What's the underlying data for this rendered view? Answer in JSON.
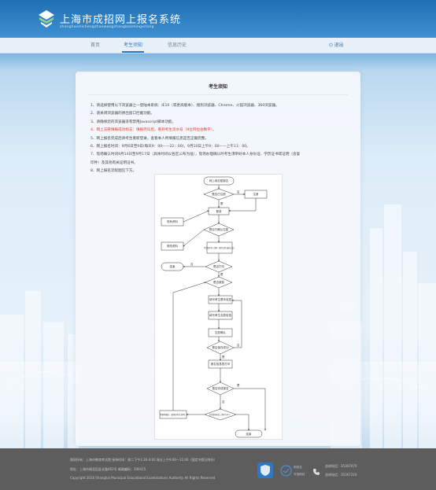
{
  "header": {
    "title": "上海市成招网上报名系统",
    "subtitle": "shanghaishichengzhaowangshangbaomingxitong"
  },
  "nav": {
    "items": [
      "首页",
      "考生须知",
      "信息历史"
    ],
    "active_index": 1,
    "logout": "退出"
  },
  "notice": {
    "title": "考生须知",
    "items": [
      {
        "text": "1、请选择使用以下浏览器之一登陆本系统：IE10（或更高版本）、搜狗浏览器、Chrome、火狐浏览器、360浏览器。",
        "highlight": false
      },
      {
        "text": "2、请关闭浏览器的弹出窗口拦截功能。",
        "highlight": false
      },
      {
        "text": "3、请确保您的浏览器没有禁用Javascript脚本功能。",
        "highlight": false
      },
      {
        "text": "4、网上志愿填报成功标志：填报完毕后，看到考生流水号（9位阿拉伯数字）。",
        "highlight": true
      },
      {
        "text": "5、网上报名完成后请考生重新登录，查看本人所填报信息是否正确完整。",
        "highlight": false
      },
      {
        "text": "6、网上报名时间：9月6日至9日(每天9：00——22：00)，9月10日上午9：00——上午11：00。",
        "highlight": false
      },
      {
        "text": "7、现场确认时间9月14日至9月17日（具体时间以各区公布为准），现场办理确认时考生须带好本人身份证、学历证书或证明（含复",
        "highlight": false
      },
      {
        "text": "印件）及其他有关证明证书。",
        "highlight": false
      },
      {
        "text": "8、网上报名流程图见下方。",
        "highlight": false
      }
    ]
  },
  "flowchart": {
    "start": "网上填志愿报名",
    "d_old": "是否已注册",
    "register": "注册",
    "login": "登录",
    "existing": "现有资料",
    "modify": "修改资料",
    "d_confirm": "是否已确认志愿",
    "fill": "考生填写本人资料（填写志愿\n报名信息）",
    "d_print": "是否打印",
    "finish_a": "结束",
    "d_pay": "是否缴费",
    "step_a": "填写考生基本信息",
    "step_b": "填写考生志愿信息",
    "review": "志愿确认",
    "d_save": "是否保存成功",
    "print_form": "报名信息表打印",
    "d_ok": "是否完成报名",
    "d_fix": "是否现场修改（需考生本人）",
    "onsite": "到现场确认（请带好有关证明）",
    "end": "结束",
    "yes": "是",
    "no": "否"
  },
  "footer": {
    "line1": "版权所有：上海市教育考试院 接待时间：周二下午1:30-4:00 周五上午9:00—11:00（国定节假日除外）",
    "line2": "地址：上海市闸北区延长路462号  邮政编码：200415",
    "line3": "Copyright 2016 Shanghai Municipal Educational Examinations Authority All Rights Reserved.",
    "badge_label_1": "网信互",
    "badge_label_2": "可信网站",
    "phone1": "咨询电话：35367070",
    "phone2": "咨询电话：35367210"
  }
}
